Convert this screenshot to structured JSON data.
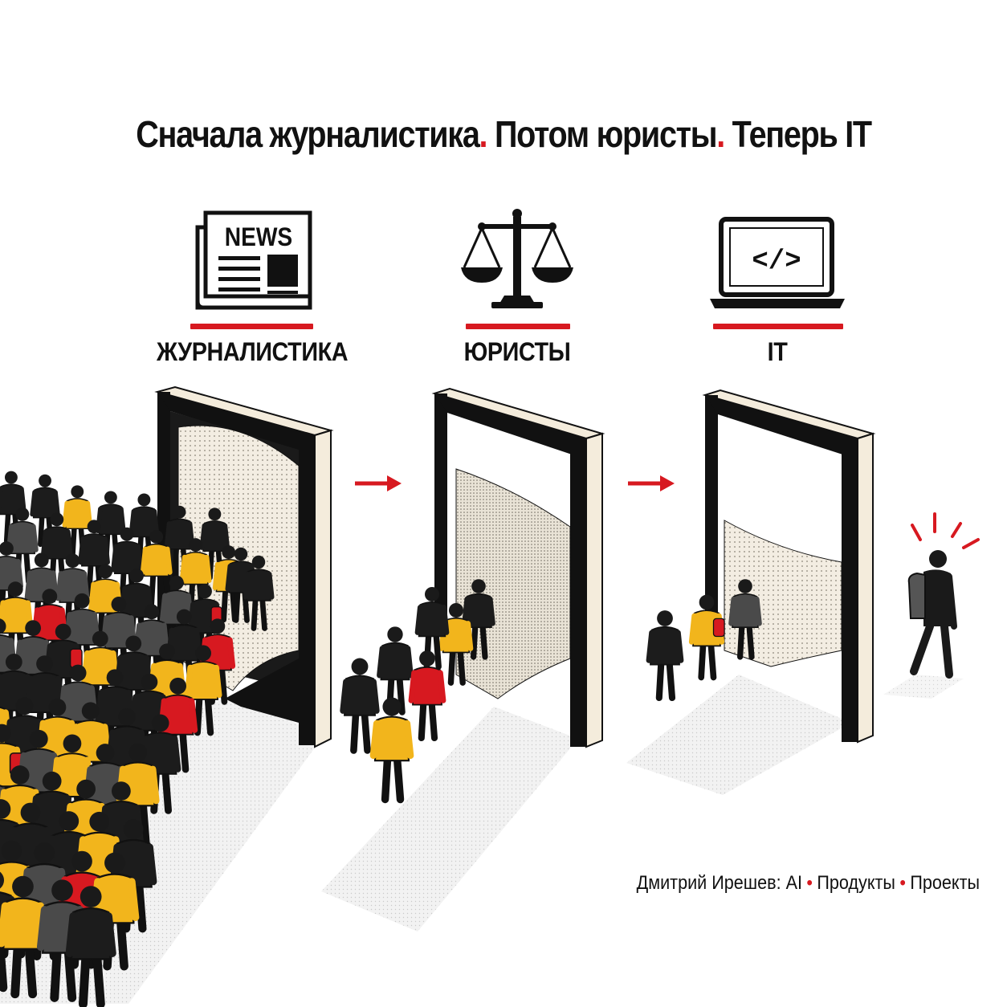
{
  "title": {
    "part1": "Сначала журналистика",
    "part2": "Потом юристы",
    "part3": "Теперь IT",
    "separator": "."
  },
  "categories": [
    {
      "label": "ЖУРНАЛИСТИКА",
      "icon": "newspaper-icon",
      "icon_text": "NEWS"
    },
    {
      "label": "ЮРИСТЫ",
      "icon": "scales-of-justice-icon"
    },
    {
      "label": "IT",
      "icon": "laptop-code-icon",
      "icon_text": "</>"
    }
  ],
  "footer": {
    "author": "Дмитрий Ирешев: AI",
    "item2": "Продукты",
    "item3": "Проекты",
    "separator": "•"
  },
  "colors": {
    "accent": "#d71920",
    "yellow": "#f2b51c",
    "dark": "#1c1c1c",
    "gray": "#4a4a4a",
    "curtain": "#f2ece0"
  }
}
